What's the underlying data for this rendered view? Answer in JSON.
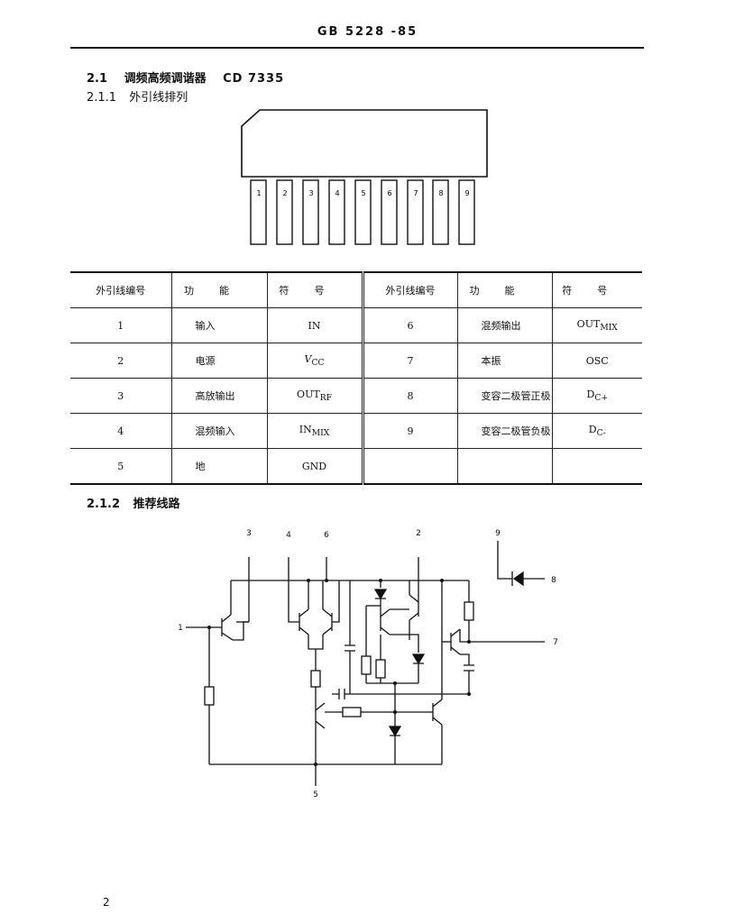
{
  "header": {
    "standard": "GB 5228 -85"
  },
  "section": {
    "number": "2.1",
    "title": "调频高频调谐器",
    "model": "CD 7335"
  },
  "subsection_pinout": {
    "number": "2.1.1",
    "title": "外引线排列"
  },
  "package_pins": [
    "1",
    "2",
    "3",
    "4",
    "5",
    "6",
    "7",
    "8",
    "9"
  ],
  "table": {
    "headers": [
      "外引线编号",
      "功能",
      "符号",
      "外引线编号",
      "功能",
      "符号"
    ],
    "rows": [
      {
        "left": {
          "pin": "1",
          "function": "输入",
          "symbol": "IN"
        },
        "right": {
          "pin": "6",
          "function": "混频输出",
          "symbol": "OUT",
          "symbol_sub": "MIX"
        }
      },
      {
        "left": {
          "pin": "2",
          "function": "电源",
          "symbol": "V",
          "symbol_sub": "CC"
        },
        "right": {
          "pin": "7",
          "function": "本振",
          "symbol": "OSC"
        }
      },
      {
        "left": {
          "pin": "3",
          "function": "高放输出",
          "symbol": "OUT",
          "symbol_sub": "RF"
        },
        "right": {
          "pin": "8",
          "function": "变容二极管正极",
          "symbol": "D",
          "symbol_sub": "C+"
        }
      },
      {
        "left": {
          "pin": "4",
          "function": "混频输入",
          "symbol": "IN",
          "symbol_sub": "MIX"
        },
        "right": {
          "pin": "9",
          "function": "变容二极管负极",
          "symbol": "D",
          "symbol_sub": "C-"
        }
      },
      {
        "left": {
          "pin": "5",
          "function": "地",
          "symbol": "GND"
        },
        "right": {
          "pin": "",
          "function": "",
          "symbol": ""
        }
      }
    ]
  },
  "subsection_circuit": {
    "number": "2.1.2",
    "title": "推荐线路"
  },
  "circuit_pins": {
    "p1": "1",
    "p2": "2",
    "p3": "3",
    "p4": "4",
    "p5": "5",
    "p6": "6",
    "p7": "7",
    "p8": "8",
    "p9": "9"
  },
  "page_number": "2"
}
